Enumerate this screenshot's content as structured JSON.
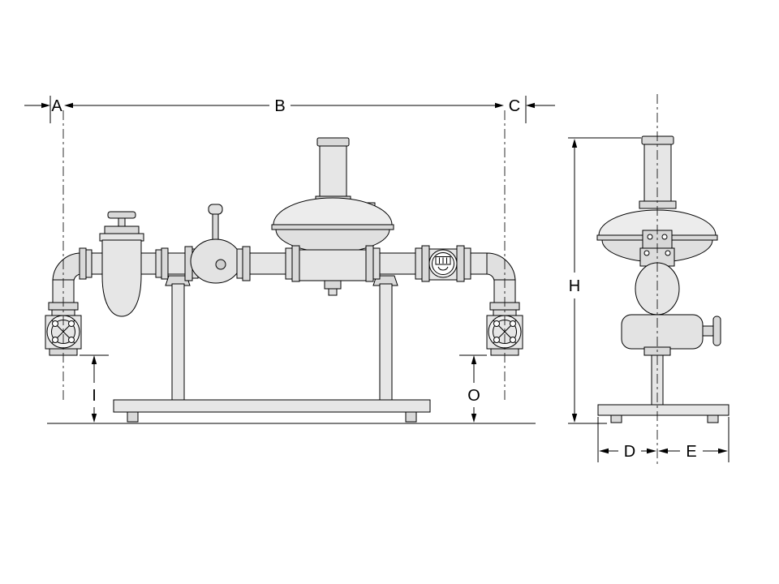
{
  "drawing": {
    "dimension_labels": {
      "A": "A",
      "B": "B",
      "C": "C",
      "I": "I",
      "O": "O",
      "H": "H",
      "D": "D",
      "E": "E"
    }
  }
}
